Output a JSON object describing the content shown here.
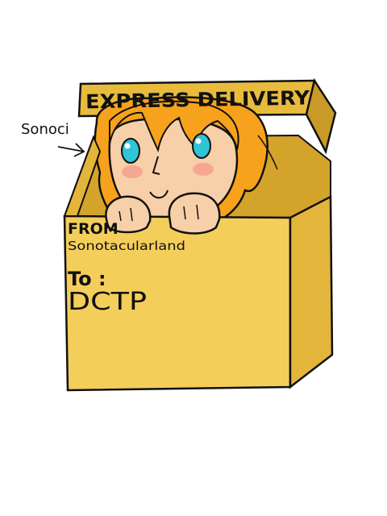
{
  "texts": {
    "lid_label": "EXPRESS DELIVERY",
    "name_tag": "Sonoci",
    "from_label": "FROM",
    "from_value": "Sonotacularland",
    "to_label": "To :",
    "to_value": "DCTP"
  },
  "icons": {
    "pointer": "arrow-right-icon"
  },
  "colors": {
    "box_front": "#f4ce5a",
    "box_side": "#e3b53b",
    "box_inner": "#d4a42a",
    "lid": "#e9bb3d",
    "hair": "#f7a21c",
    "skin": "#f7cfa8",
    "eyes": "#2fc4d8",
    "blush": "#f59a8a",
    "outline": "#111111"
  }
}
